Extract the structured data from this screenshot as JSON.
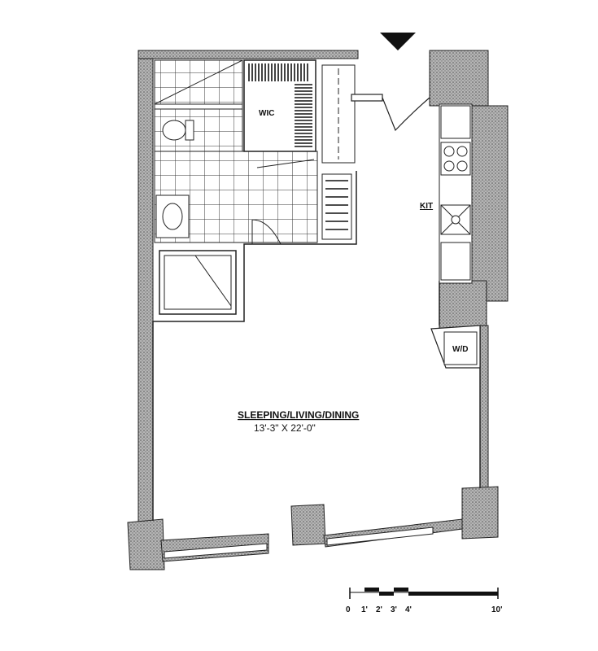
{
  "rooms": {
    "main": {
      "name": "SLEEPING/LIVING/DINING",
      "dimensions": "13'-3\" X 22'-0\""
    },
    "closet": {
      "name": "WIC"
    },
    "kitchen": {
      "name": "KIT"
    },
    "laundry": {
      "name": "W/D"
    }
  },
  "scale": {
    "labels": [
      "0",
      "1'",
      "2'",
      "3'",
      "4'",
      "10'"
    ]
  },
  "entry_marker": "entry-arrow",
  "colors": {
    "wall": "#8a8a8a",
    "line": "#222222",
    "paper": "#ffffff"
  }
}
